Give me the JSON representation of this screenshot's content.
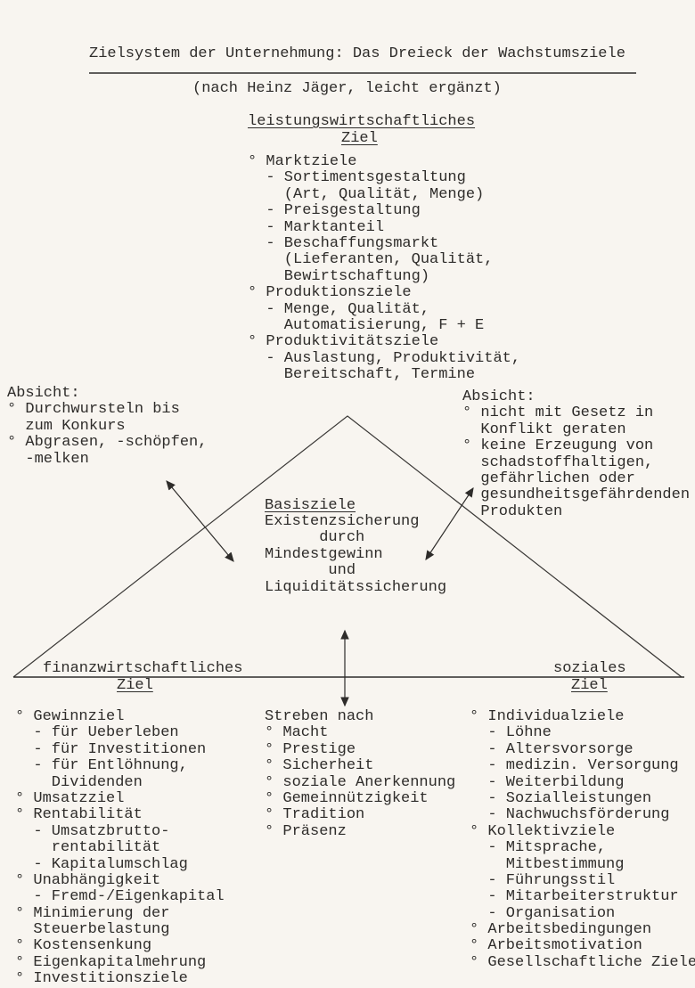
{
  "title": "Zielsystem der Unternehmung: Das Dreieck der Wachstumsziele",
  "subtitle": "(nach Heinz Jäger, leicht ergänzt)",
  "top_goal": {
    "heading1": "leistungswirtschaftliches",
    "heading2": "Ziel",
    "lines": [
      "° Marktziele",
      "  - Sortimentsgestaltung",
      "    (Art, Qualität, Menge)",
      "  - Preisgestaltung",
      "  - Marktanteil",
      "  - Beschaffungsmarkt",
      "    (Lieferanten, Qualität,",
      "    Bewirtschaftung)",
      "° Produktionsziele",
      "  - Menge, Qualität,",
      "    Automatisierung, F + E",
      "° Produktivitätsziele",
      "  - Auslastung, Produktivität,",
      "    Bereitschaft, Termine"
    ]
  },
  "left_intent": {
    "lines": [
      "Absicht:",
      "° Durchwursteln bis",
      "  zum Konkurs",
      "° Abgrasen, -schöpfen,",
      "  -melken"
    ]
  },
  "right_intent": {
    "lines": [
      "Absicht:",
      "° nicht mit Gesetz in",
      "  Konflikt geraten",
      "° keine Erzeugung von",
      "  schadstoffhaltigen,",
      "  gefährlichen oder",
      "  gesundheitsgefährdenden",
      "  Produkten"
    ]
  },
  "center": {
    "heading": "Basisziele",
    "lines": [
      "Existenzsicherung",
      "      durch",
      "Mindestgewinn",
      "       und",
      "Liquiditätssicherung"
    ]
  },
  "left_goal": {
    "heading1": "finanzwirtschaftliches",
    "heading2": "Ziel",
    "lines": [
      "° Gewinnziel",
      "  - für Ueberleben",
      "  - für Investitionen",
      "  - für Entlöhnung,",
      "    Dividenden",
      "° Umsatzziel",
      "° Rentabilität",
      "  - Umsatzbrutto-",
      "    rentabilität",
      "  - Kapitalumschlag",
      "° Unabhängigkeit",
      "  - Fremd-/Eigenkapital",
      "° Minimierung der",
      "  Steuerbelastung",
      "° Kostensenkung",
      "° Eigenkapitalmehrung",
      "° Investitionsziele"
    ]
  },
  "middle_goal": {
    "lines": [
      "Streben nach",
      "° Macht",
      "° Prestige",
      "° Sicherheit",
      "° soziale Anerkennung",
      "° Gemeinnützigkeit",
      "° Tradition",
      "° Präsenz"
    ]
  },
  "right_goal": {
    "heading1": "soziales",
    "heading2": "Ziel",
    "lines": [
      "° Individualziele",
      "  - Löhne",
      "  - Altersvorsorge",
      "  - medizin. Versorgung",
      "  - Weiterbildung",
      "  - Sozialleistungen",
      "  - Nachwuchsförderung",
      "° Kollektivziele",
      "  - Mitsprache,",
      "    Mitbestimmung",
      "  - Führungsstil",
      "  - Mitarbeiterstruktur",
      "  - Organisation",
      "° Arbeitsbedingungen",
      "° Arbeitsmotivation",
      "° Gesellschaftliche Ziele"
    ]
  }
}
